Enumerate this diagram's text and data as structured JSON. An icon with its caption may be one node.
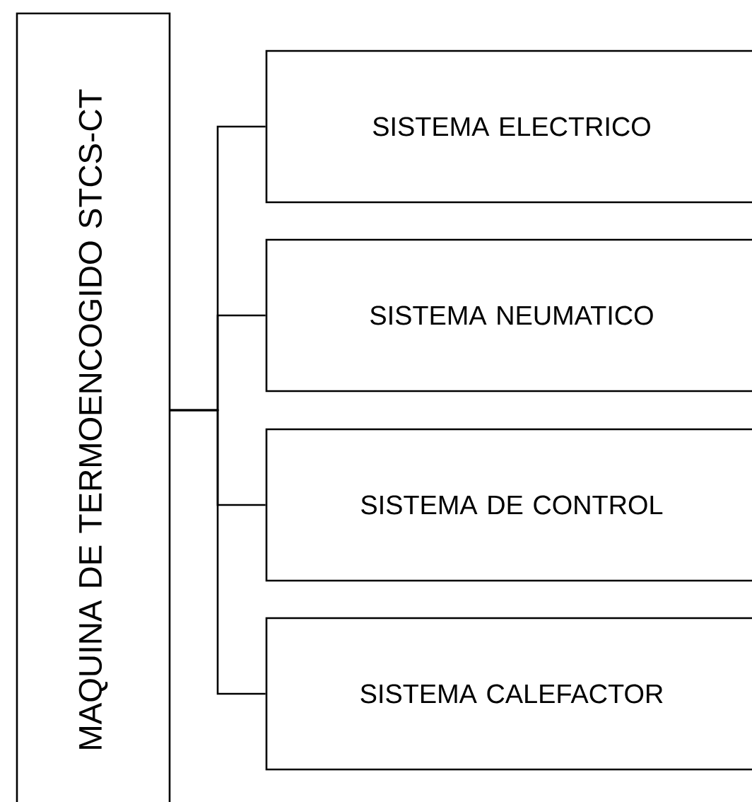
{
  "diagram": {
    "nodes": [
      {
        "text": [
          "MAQUINA DE TERMOENCOGIDO STCS-CT"
        ]
      },
      {
        "text": [
          "SISTEMA ELECTRICO"
        ]
      },
      {
        "text": [
          "SISTEMA NEUMATICO"
        ]
      },
      {
        "text": [
          "SISTEMA DE CONTROL"
        ]
      },
      {
        "text": [
          "SISTEMA CALEFACTOR"
        ]
      }
    ],
    "edges": [
      {
        "from": 0,
        "to": 1,
        "arrow": "none"
      },
      {
        "from": 0,
        "to": 2,
        "arrow": "none"
      },
      {
        "from": 0,
        "to": 3,
        "arrow": "none"
      },
      {
        "from": 0,
        "to": 4,
        "arrow": "none"
      }
    ]
  }
}
